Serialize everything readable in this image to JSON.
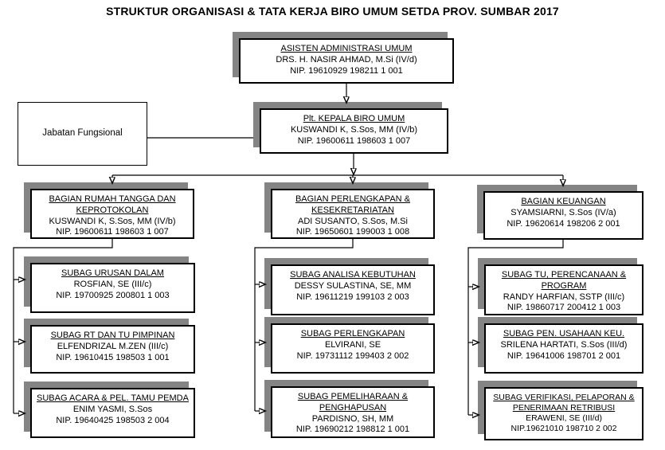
{
  "colors": {
    "shadow": "#848484",
    "border": "#000000",
    "background": "#ffffff"
  },
  "org": {
    "title": "STRUKTUR ORGANISASI & TATA KERJA BIRO UMUM SETDA PROV. SUMBAR 2017",
    "top": {
      "heading": "ASISTEN ADMINISTRASI UMUM",
      "name": "DRS. H. NASIR AHMAD, M.Si (IV/d)",
      "nip": "NIP. 19610929 198211 1 001"
    },
    "kepala": {
      "heading": "Plt. KEPALA BIRO UMUM",
      "name": "KUSWANDI K, S.Sos, MM (IV/b)",
      "nip": "NIP. 19600611 198603 1 007"
    },
    "jabatan": {
      "label": "Jabatan Fungsional"
    },
    "columns": [
      {
        "head": {
          "heading": "BAGIAN RUMAH TANGGA DAN KEPROTOKOLAN",
          "name": "KUSWANDI K, S.Sos, MM (IV/b)",
          "nip": "NIP. 19600611 198603 1 007"
        },
        "subs": [
          {
            "heading": "SUBAG URUSAN DALAM",
            "name": "ROSFIAN, SE (III/c)",
            "nip": "NIP. 19700925 200801 1 003"
          },
          {
            "heading": "SUBAG RT DAN TU PIMPINAN",
            "name": "ELFENDRIZAL M.ZEN (III/c)",
            "nip": "NIP. 19610415 198503 1 001"
          },
          {
            "heading": "SUBAG ACARA & PEL. TAMU PEMDA",
            "name": "ENIM YASMI, S.Sos",
            "nip": "NIP. 19640425 198503 2 004"
          }
        ]
      },
      {
        "head": {
          "heading": "BAGIAN PERLENGKAPAN & KESEKRETARIATAN",
          "name": "ADI SUSANTO, S.Sos, M.Si",
          "nip": "NIP. 19650601 199003 1 008"
        },
        "subs": [
          {
            "heading": "SUBAG ANALISA KEBUTUHAN",
            "name": "DESSY SULASTINA, SE, MM",
            "nip": "NIP. 19611219 199103 2 003"
          },
          {
            "heading": "SUBAG PERLENGKAPAN",
            "name": "ELVIRANI, SE",
            "nip": "NIP. 19731112 199403 2 002"
          },
          {
            "heading": "SUBAG PEMELIHARAAN & PENGHAPUSAN",
            "name": "PARDISNO, SH, MM",
            "nip": "NIP. 19690212 198812 1 001"
          }
        ]
      },
      {
        "head": {
          "heading": "BAGIAN KEUANGAN",
          "name": "SYAMSIARNI, S.Sos (IV/a)",
          "nip": "NIP. 19620614 198206 2 001"
        },
        "subs": [
          {
            "heading": "SUBAG TU, PERENCANAAN & PROGRAM",
            "name": "RANDY HARFIAN, SSTP (III/c)",
            "nip": "NIP. 19860717 200412 1 003"
          },
          {
            "heading": "SUBAG PEN. USAHAAN KEU.",
            "name": "SRILENA HARTATI, S.Sos (III/d)",
            "nip": "NIP. 19641006 198701 2 001"
          },
          {
            "heading": "SUBAG VERIFIKASI, PELAPORAN & PENERIMAAN RETRIBUSI",
            "name": "ERAWENI, SE (III/d)",
            "nip": "NIP.19621010 198710 2 002"
          }
        ]
      }
    ]
  }
}
